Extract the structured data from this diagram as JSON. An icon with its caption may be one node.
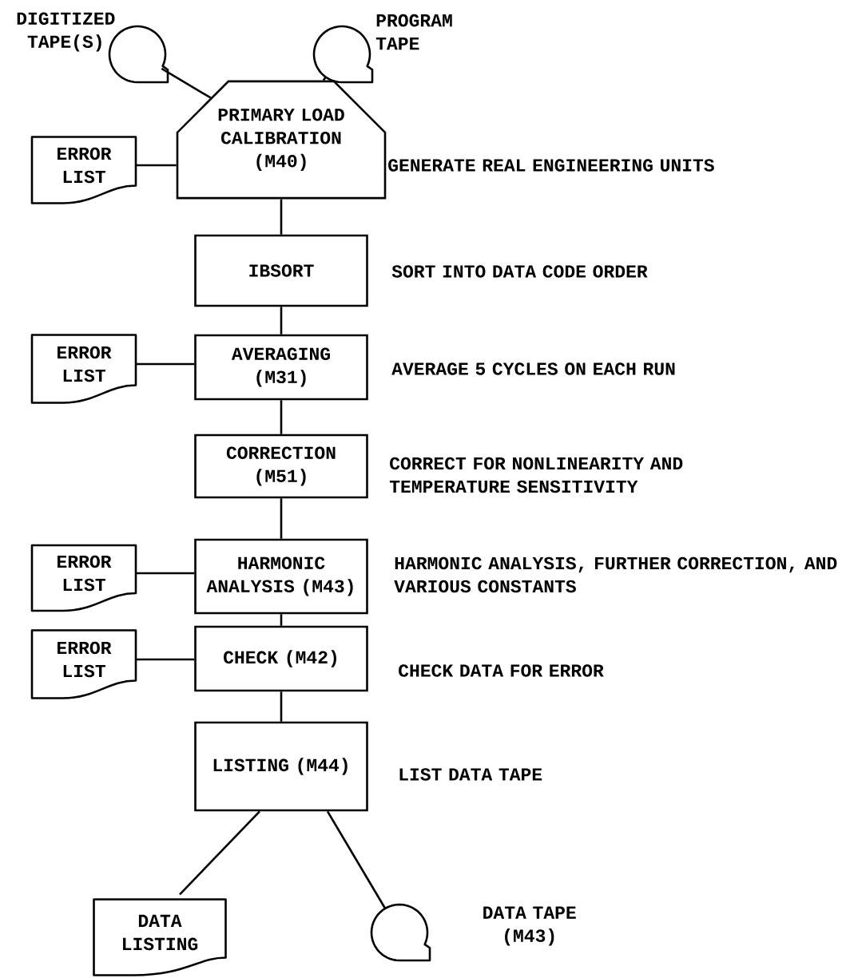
{
  "diagram": {
    "nodes": [
      {
        "text": [],
        "shape": "tape",
        "beside": [
          "DIGITIZED TAPE(S)"
        ]
      },
      {
        "text": [],
        "shape": "tape",
        "beside": [
          "PROGRAM TAPE"
        ]
      },
      {
        "text": [
          "PRIMARY LOAD CALIBRATION (M40)"
        ],
        "beside": [
          "GENERATE REAL ENGINEERING UNITS"
        ]
      },
      {
        "text": [
          "ERROR LIST"
        ]
      },
      {
        "text": [
          "IBSORT"
        ],
        "beside": [
          "SORT INTO DATA CODE ORDER"
        ]
      },
      {
        "text": [
          "ERROR LIST"
        ]
      },
      {
        "text": [
          "AVERAGING (M31)"
        ],
        "beside": [
          "AVERAGE 5 CYCLES ON EACH RUN"
        ]
      },
      {
        "text": [
          "CORRECTION (M51)"
        ],
        "beside": [
          "CORRECT FOR NONLINEARITY AND TEMPERATURE SENSITIVITY"
        ]
      },
      {
        "text": [
          "ERROR LIST"
        ]
      },
      {
        "text": [
          "HARMONIC ANALYSIS (M43)"
        ],
        "beside": [
          "HARMONIC ANALYSIS, FURTHER CORRECTION, AND VARIOUS CONSTANTS"
        ]
      },
      {
        "text": [
          "ERROR LIST"
        ]
      },
      {
        "text": [
          "CHECK (M42)"
        ],
        "beside": [
          "CHECK DATA FOR ERROR"
        ]
      },
      {
        "text": [
          "LISTING (M44)"
        ],
        "beside": [
          "LIST DATA TAPE"
        ]
      },
      {
        "text": [
          "DATA LISTING"
        ]
      },
      {
        "text": [],
        "shape": "tape",
        "beside": [
          "DATA TAPE (M43)"
        ]
      }
    ],
    "edges": [
      {
        "from": 0,
        "to": 2,
        "arrow": "none"
      },
      {
        "from": 1,
        "to": 2,
        "arrow": "none"
      },
      {
        "from": 3,
        "to": 2,
        "arrow": "none"
      },
      {
        "from": 2,
        "to": 4,
        "arrow": "none"
      },
      {
        "from": 4,
        "to": 6,
        "arrow": "none"
      },
      {
        "from": 5,
        "to": 6,
        "arrow": "none"
      },
      {
        "from": 6,
        "to": 7,
        "arrow": "none"
      },
      {
        "from": 7,
        "to": 9,
        "arrow": "none"
      },
      {
        "from": 8,
        "to": 9,
        "arrow": "none"
      },
      {
        "from": 9,
        "to": 11,
        "arrow": "none"
      },
      {
        "from": 10,
        "to": 11,
        "arrow": "none"
      },
      {
        "from": 11,
        "to": 12,
        "arrow": "none"
      },
      {
        "from": 12,
        "to": 13,
        "arrow": "none"
      },
      {
        "from": 12,
        "to": 14,
        "arrow": "none"
      }
    ]
  }
}
